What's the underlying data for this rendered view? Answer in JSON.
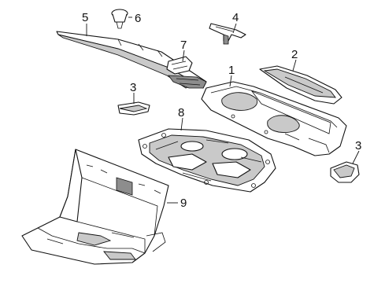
{
  "diagram": {
    "callouts": {
      "c1": "1",
      "c2": "2",
      "c3a": "3",
      "c3b": "3",
      "c4": "4",
      "c5": "5",
      "c6": "6",
      "c7": "7",
      "c8": "8",
      "c9": "9"
    }
  }
}
